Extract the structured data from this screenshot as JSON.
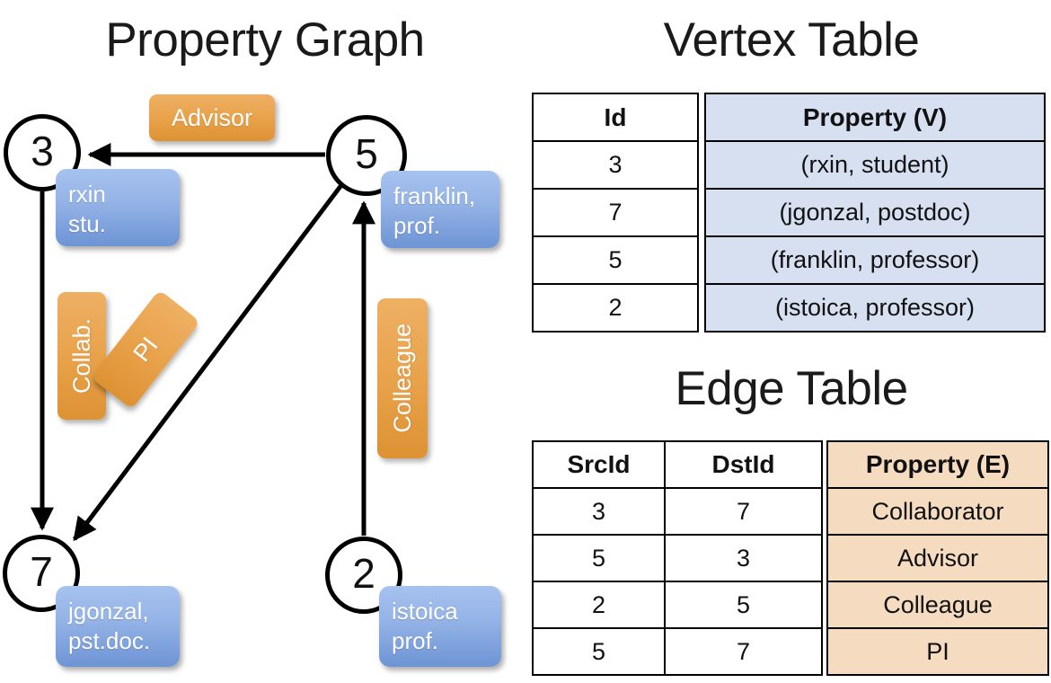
{
  "titles": {
    "property_graph": "Property Graph",
    "vertex_table": "Vertex Table",
    "edge_table": "Edge Table"
  },
  "graph": {
    "nodes": [
      {
        "id": "3",
        "property": "rxin\nstu."
      },
      {
        "id": "5",
        "property": "franklin,\nprof."
      },
      {
        "id": "7",
        "property": "jgonzal,\npst.doc."
      },
      {
        "id": "2",
        "property": "istoica\nprof."
      }
    ],
    "node_labels": {
      "n3": "3",
      "n5": "5",
      "n7": "7",
      "n2": "2"
    },
    "properties": {
      "rxin_line1": "rxin",
      "rxin_line2": "stu.",
      "franklin_line1": "franklin,",
      "franklin_line2": "prof.",
      "jgonzal_line1": "jgonzal,",
      "jgonzal_line2": "pst.doc.",
      "istoica_line1": "istoica",
      "istoica_line2": "prof."
    },
    "edge_labels": {
      "advisor": "Advisor",
      "collab": "Collab.",
      "pi": "PI",
      "colleague": "Colleague"
    },
    "edges": [
      {
        "from": "5",
        "to": "3",
        "label": "Advisor"
      },
      {
        "from": "3",
        "to": "7",
        "label": "Collab."
      },
      {
        "from": "5",
        "to": "7",
        "label": "PI"
      },
      {
        "from": "2",
        "to": "5",
        "label": "Colleague"
      }
    ]
  },
  "vertex_table": {
    "headers": [
      "Id",
      "Property (V)"
    ],
    "rows": [
      {
        "id": "3",
        "property": "(rxin, student)"
      },
      {
        "id": "7",
        "property": "(jgonzal, postdoc)"
      },
      {
        "id": "5",
        "property": "(franklin, professor)"
      },
      {
        "id": "2",
        "property": "(istoica, professor)"
      }
    ]
  },
  "edge_table": {
    "headers": [
      "SrcId",
      "DstId",
      "Property (E)"
    ],
    "rows": [
      {
        "src": "3",
        "dst": "7",
        "property": "Collaborator"
      },
      {
        "src": "5",
        "dst": "3",
        "property": "Advisor"
      },
      {
        "src": "2",
        "dst": "5",
        "property": "Colleague"
      },
      {
        "src": "5",
        "dst": "7",
        "property": "PI"
      }
    ]
  },
  "colors": {
    "vertex_property_fill": "#d6e0f0",
    "edge_property_fill": "#f5dcc0",
    "node_property_box": "#93b2e6",
    "edge_label_box": "#e8a149",
    "stroke": "#000000",
    "background": "#ffffff"
  }
}
